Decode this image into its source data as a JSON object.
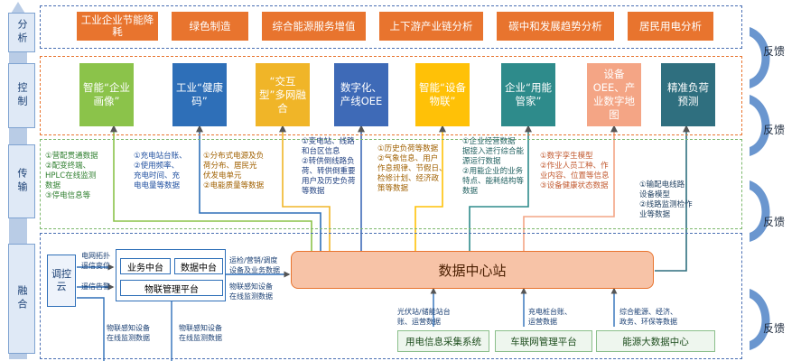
{
  "layers": {
    "analysis": "分析",
    "control": "控制",
    "transmit": "传输",
    "fusion": "融合"
  },
  "top": [
    "工业企业节能降耗",
    "绿色制造",
    "综合能源服务增值",
    "上下游产业链分析",
    "碳中和发展趋势分析",
    "居民用电分析"
  ],
  "control": [
    {
      "label": "智能“企业画像”",
      "color": "#8bc34a"
    },
    {
      "label": "工业“健康码”",
      "color": "#2e6fb8"
    },
    {
      "label": "“交互型”多网融合",
      "color": "#f0b528"
    },
    {
      "label": "数字化、产线OEE",
      "color": "#3e6ab7"
    },
    {
      "label": "智能“设备物联”",
      "color": "#ffc107"
    },
    {
      "label": "企业“用能管家”",
      "color": "#2e8b8b"
    },
    {
      "label": "设备OEE、产业数字地图",
      "color": "#f4a585"
    },
    {
      "label": "精准负荷预测",
      "color": "#2f6f7f"
    }
  ],
  "transmit": [
    {
      "text": "①营配贯通数据\n②配变终端、\nHPLC在线监测\n数据\n③停电信息等",
      "color": "#2f7f2f"
    },
    {
      "text": "①充电站台账、\n②使用频率、\n充电时间、充\n电电量等数据",
      "color": "#1f4f9f"
    },
    {
      "text": "①分布式电源及负\n荷分布、居民光\n伏发电单元\n②电能质量等数据",
      "color": "#a06000"
    },
    {
      "text": "①变电站、线路\n和台区信息\n②转供倒线路负\n荷、转供倒重要\n用户及历史负荷\n等数据",
      "color": "#1f3f7f"
    },
    {
      "text": "①历史负荷等数据\n②气象信息、用户\n作息规律、节假日、\n检修计划、经济政\n策等数据",
      "color": "#a06000"
    },
    {
      "text": "①企业经营数据\n据接入进行综合能\n源运行数据\n②用能企业的业务\n特点、能耗结构等\n数据",
      "color": "#1f5f5f"
    },
    {
      "text": "①数字孪生模型\n②作业人员工种、作\n业内容、位置等信息\n③设备健康状态数据",
      "color": "#c25a30"
    },
    {
      "text": "①输配电线路\n设备模型\n②线路监测检作\n业等数据",
      "color": "#1f3f5f"
    }
  ],
  "feedback": [
    "反馈",
    "反馈",
    "反馈",
    "反馈"
  ],
  "fusion": {
    "tiao": "调控云",
    "grid_topo": "电网拓扑\n遥信变位",
    "telemetry": "遥信告警",
    "biz": "业务中台",
    "data_mid": "数据中台",
    "iot": "物联管理平台",
    "ops": "运检/营销/调度\n设备及业务数据",
    "iot_online": "物联感知设备\n在线监测数据",
    "center": "数据中心站",
    "iot_bottom1": "物联感知设备\n在线监测数据",
    "iot_bottom2": "物联感知设备\n在线监测数据",
    "pv": "光伏站/储能站台\n账、运营数据",
    "charge": "充电桩台账、\n运营数据",
    "energy": "综合能源、经济、\n政务、环保等数据",
    "sys1": "用电信息采集系统",
    "sys2": "车联网管理平台",
    "sys3": "能源大数据中心"
  }
}
